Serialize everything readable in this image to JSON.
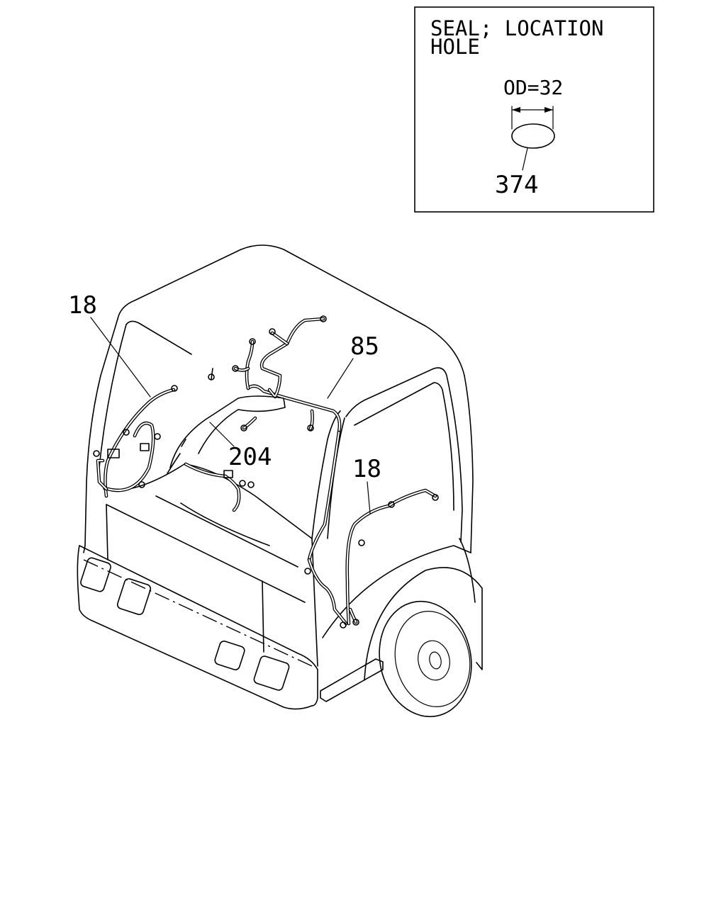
{
  "inset": {
    "title_line1": "SEAL; LOCATION",
    "title_line2": "HOLE",
    "dimension": "OD=32",
    "part_number": "374"
  },
  "callouts": {
    "harness_left": "18",
    "harness_roof": "85",
    "harness_dash": "204",
    "harness_right": "18"
  }
}
